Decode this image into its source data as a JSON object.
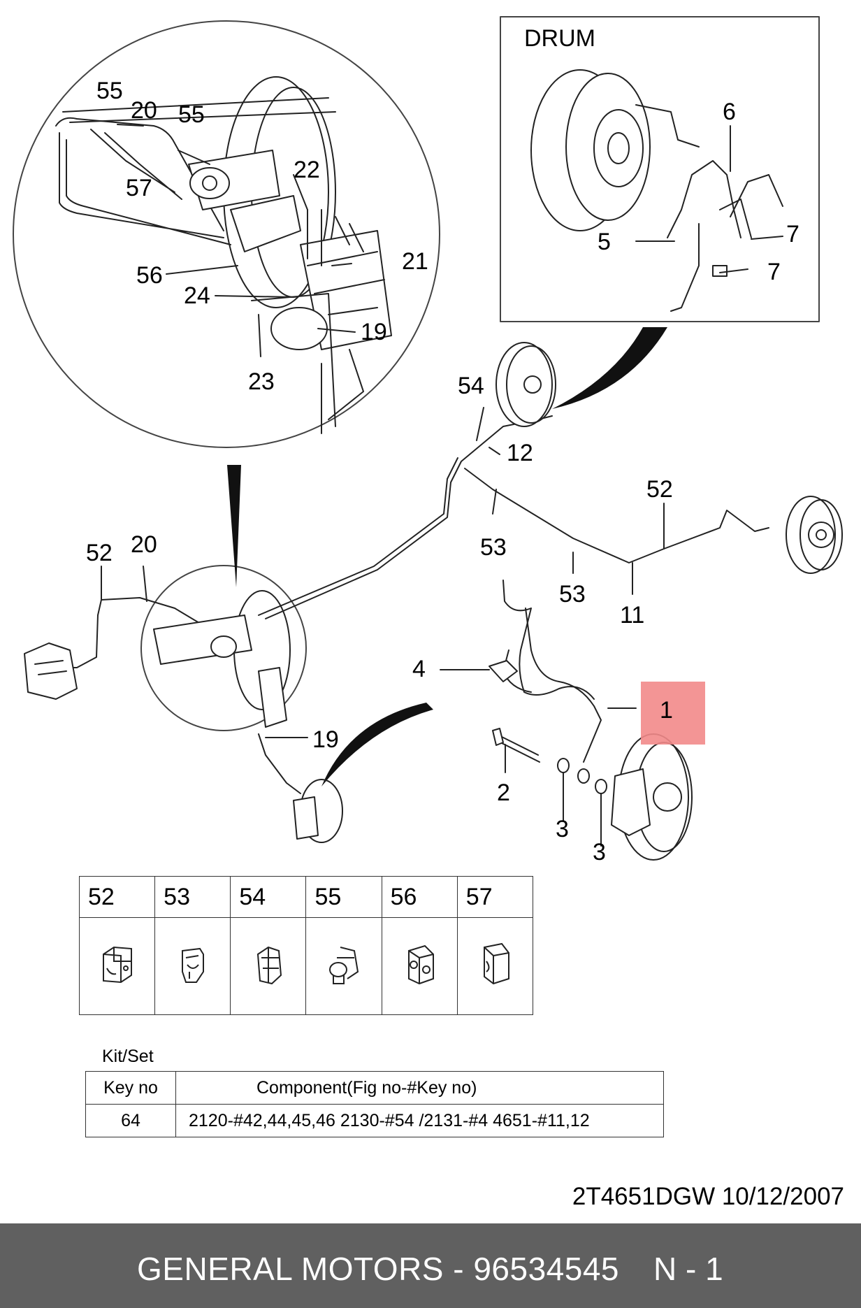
{
  "drum_box_title": "DRUM",
  "callouts": {
    "c55a": "55",
    "c20a": "20",
    "c55b": "55",
    "c57": "57",
    "c22": "22",
    "c21": "21",
    "c56": "56",
    "c24": "24",
    "c19a": "19",
    "c23": "23",
    "c6": "6",
    "c7a": "7",
    "c5": "5",
    "c7b": "7",
    "c54": "54",
    "c12": "12",
    "c52a": "52",
    "c53a": "53",
    "c53b": "53",
    "c11": "11",
    "c52b": "52",
    "c20b": "20",
    "c4": "4",
    "c1": "1",
    "c19b": "19",
    "c2": "2",
    "c3a": "3",
    "c3b": "3"
  },
  "clip_table": {
    "headers": [
      "52",
      "53",
      "54",
      "55",
      "56",
      "57"
    ]
  },
  "kit_set": {
    "caption": "Kit/Set",
    "col_key": "Key no",
    "col_component": "Component(Fig no-#Key no)",
    "row_key": "64",
    "row_component": "2120-#42,44,45,46  2130-#54 /2131-#4 4651-#11,12"
  },
  "doc_ref": "2T4651DGW  10/12/2007",
  "footer": {
    "brand_part": "GENERAL MOTORS - 96534545",
    "page": "N - 1"
  },
  "colors": {
    "footer_bg": "#606060",
    "highlight": "#f28a8a"
  }
}
